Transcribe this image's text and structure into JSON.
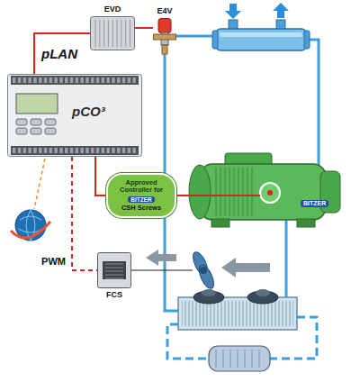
{
  "diagram": {
    "nodes": [
      {
        "text": [
          "EVD"
        ]
      },
      {
        "text": [
          "E4V"
        ]
      },
      {
        "text": [
          "pCO³"
        ]
      },
      {
        "text": [
          "Approved Controller for",
          "BITZER",
          "CSH Screws"
        ]
      },
      {
        "text": [
          "FCS"
        ]
      }
    ],
    "edges": [
      {
        "from": 2,
        "to": 0,
        "arrow": "none",
        "label": "pLAN"
      },
      {
        "from": 0,
        "to": 1,
        "arrow": "none"
      },
      {
        "from": 2,
        "to": 3,
        "arrow": "none"
      },
      {
        "from": 2,
        "to": 4,
        "arrow": "none",
        "label": "PWM"
      }
    ],
    "labels": [
      "BITZER"
    ]
  }
}
